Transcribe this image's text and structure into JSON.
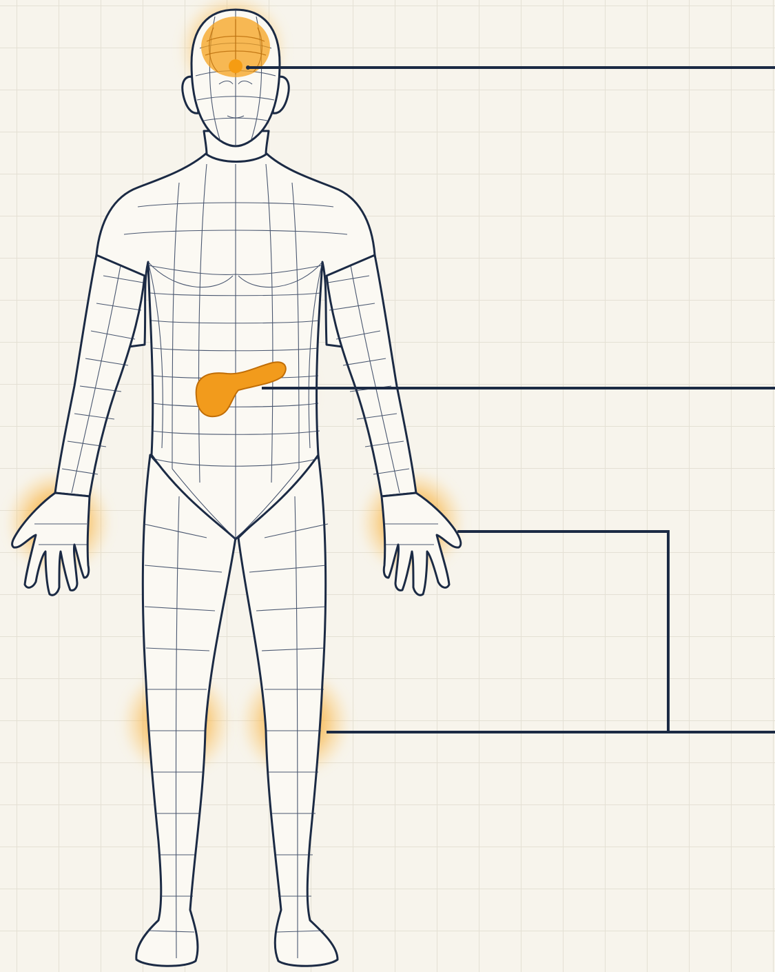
{
  "diagram": {
    "background": "#f7f4ec",
    "grid_color": "#e4e0d4",
    "outline_color": "#1b2a44",
    "highlight_color": "#f7a823",
    "highlighted_regions": [
      "brain",
      "pancreas",
      "left-hand",
      "right-hand",
      "left-knee",
      "right-knee"
    ],
    "callouts": [
      {
        "target": "brain",
        "label": ""
      },
      {
        "target": "pancreas",
        "label": ""
      },
      {
        "target": "hands-and-knees",
        "label": ""
      }
    ]
  }
}
